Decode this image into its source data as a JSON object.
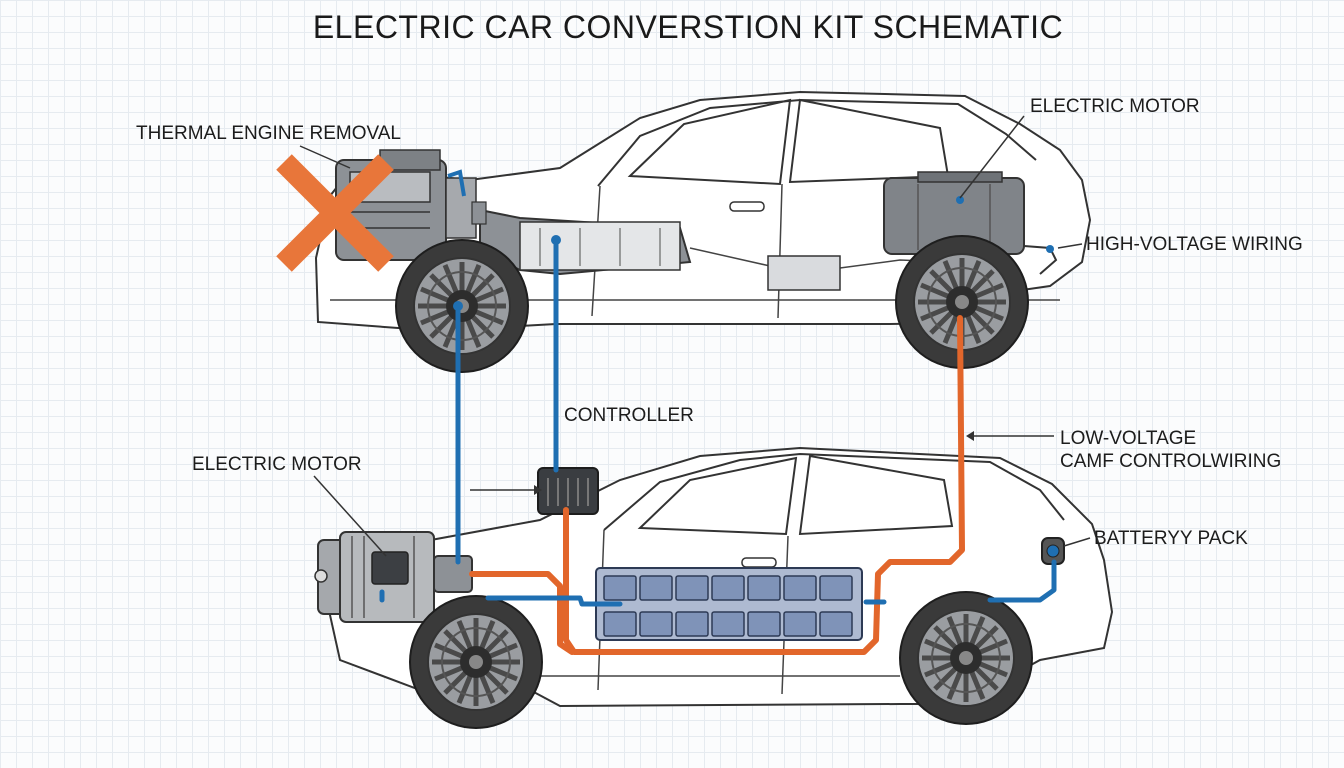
{
  "title": "ELECTRIC CAR CONVERSTION KIT SCHEMATIC",
  "labels": {
    "thermal_engine_removal": "THERMAL ENGINE REMOVAL",
    "electric_motor_top": "ELECTRIC MOTOR",
    "high_voltage_wiring": "HIGH-VOLTAGE WIRING",
    "controller": "CONTROLLER",
    "electric_motor_bottom": "ELECTRIC MOTOR",
    "low_voltage_line1": "LOW-VOLTAGE",
    "low_voltage_line2": "CAMF CONTROLWIRING",
    "battery_pack": "BATTERYY PACK"
  },
  "colors": {
    "high_voltage": "#1f6fb2",
    "low_voltage": "#e2662b",
    "removal_cross": "#e8763a",
    "battery_cells": "#7f93b8"
  }
}
